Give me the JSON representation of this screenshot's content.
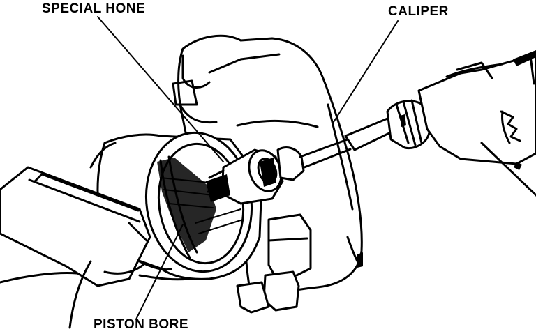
{
  "labels": {
    "special_hone": "SPECIAL HONE",
    "caliper": "CALIPER",
    "piston_bore": "PISTON BORE"
  },
  "colors": {
    "ink": "#000000",
    "paper": "#ffffff"
  }
}
